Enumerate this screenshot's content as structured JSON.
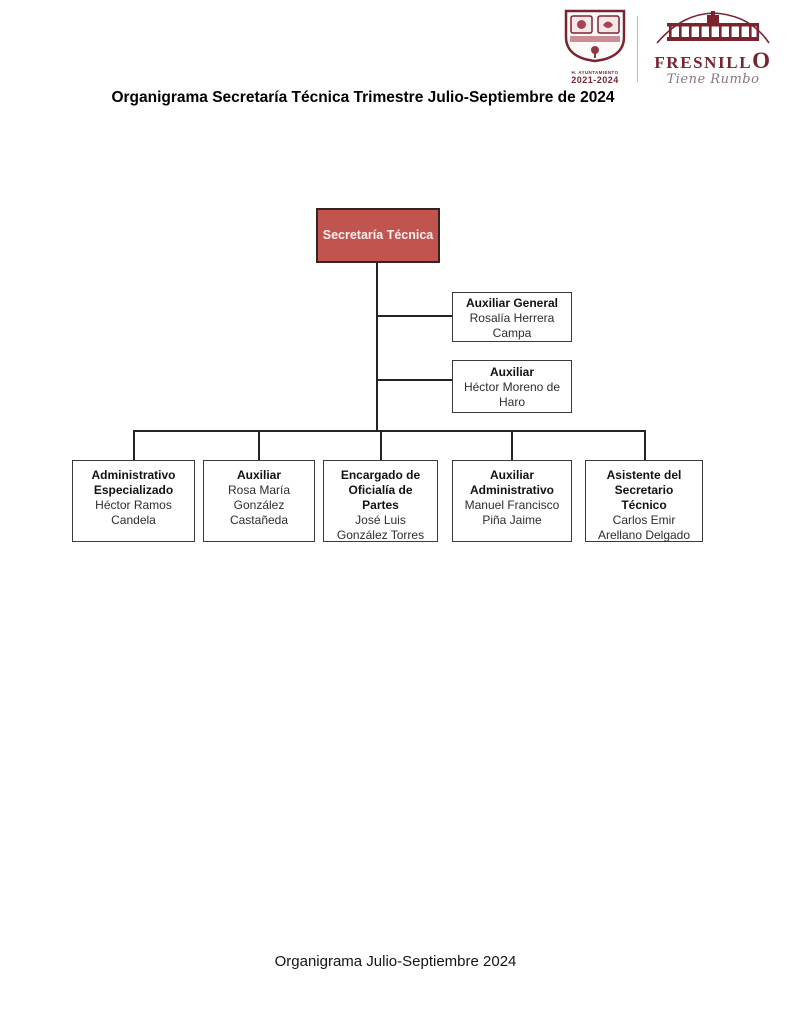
{
  "header": {
    "crest_caption": "H. AYUNTAMIENTO",
    "crest_years": "2021-2024",
    "brand_name_main": "FRESNILL",
    "brand_name_o": "O",
    "brand_tagline": "Tiene Rumbo",
    "brand_color": "#7c2330"
  },
  "title": "Organigrama Secretaría Técnica Trimestre Julio-Septiembre de 2024",
  "org_chart": {
    "root": {
      "role": "Secretaría Técnica",
      "fill_color": "#c2544f",
      "border_color": "#342424",
      "text_color": "#f7efee"
    },
    "side_nodes": [
      {
        "role": "Auxiliar General",
        "name": "Rosalía Herrera Campa"
      },
      {
        "role": "Auxiliar",
        "name": "Héctor Moreno de Haro"
      }
    ],
    "bottom_nodes": [
      {
        "role": "Administrativo Especializado",
        "name": "Héctor Ramos Candela"
      },
      {
        "role": "Auxiliar",
        "name": "Rosa María González Castañeda"
      },
      {
        "role": "Encargado de Oficialía de Partes",
        "name": "José Luis González Torres"
      },
      {
        "role": "Auxiliar Administrativo",
        "name": "Manuel Francisco Piña Jaime"
      },
      {
        "role": "Asistente del Secretario Técnico",
        "name": "Carlos Emir Arellano Delgado"
      }
    ]
  },
  "footer": "Organigrama Julio-Septiembre 2024"
}
